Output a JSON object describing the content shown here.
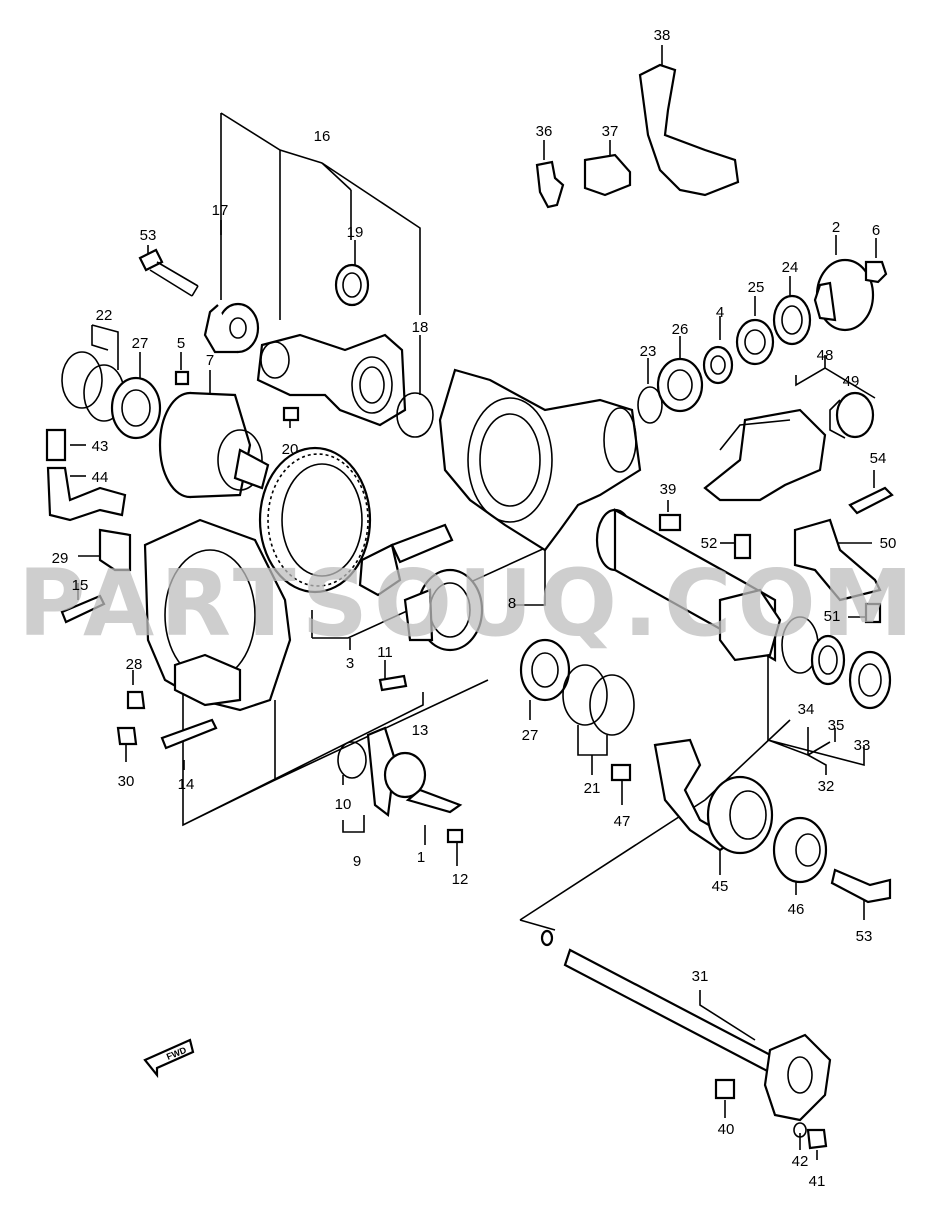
{
  "watermark": "PARTSOUQ.COM",
  "parts": [
    {
      "id": "1",
      "name": "part-1"
    },
    {
      "id": "2",
      "name": "part-2"
    },
    {
      "id": "3",
      "name": "part-3"
    },
    {
      "id": "4",
      "name": "part-4"
    },
    {
      "id": "5",
      "name": "part-5"
    },
    {
      "id": "6",
      "name": "part-6"
    },
    {
      "id": "7",
      "name": "part-7"
    },
    {
      "id": "8",
      "name": "part-8"
    },
    {
      "id": "9",
      "name": "part-9"
    },
    {
      "id": "10",
      "name": "part-10"
    },
    {
      "id": "11",
      "name": "part-11"
    },
    {
      "id": "12",
      "name": "part-12"
    },
    {
      "id": "13",
      "name": "part-13"
    },
    {
      "id": "14",
      "name": "part-14"
    },
    {
      "id": "15",
      "name": "part-15"
    },
    {
      "id": "16",
      "name": "part-16"
    },
    {
      "id": "17",
      "name": "part-17"
    },
    {
      "id": "18",
      "name": "part-18"
    },
    {
      "id": "19",
      "name": "part-19"
    },
    {
      "id": "20",
      "name": "part-20"
    },
    {
      "id": "21",
      "name": "part-21"
    },
    {
      "id": "22",
      "name": "part-22"
    },
    {
      "id": "23",
      "name": "part-23"
    },
    {
      "id": "24",
      "name": "part-24"
    },
    {
      "id": "25",
      "name": "part-25"
    },
    {
      "id": "26",
      "name": "part-26"
    },
    {
      "id": "27",
      "name": "part-27-left"
    },
    {
      "id": "27",
      "name": "part-27-right"
    },
    {
      "id": "28",
      "name": "part-28"
    },
    {
      "id": "29",
      "name": "part-29"
    },
    {
      "id": "30",
      "name": "part-30"
    },
    {
      "id": "31",
      "name": "part-31"
    },
    {
      "id": "32",
      "name": "part-32"
    },
    {
      "id": "33",
      "name": "part-33"
    },
    {
      "id": "34",
      "name": "part-34"
    },
    {
      "id": "35",
      "name": "part-35"
    },
    {
      "id": "36",
      "name": "part-36"
    },
    {
      "id": "37",
      "name": "part-37"
    },
    {
      "id": "38",
      "name": "part-38"
    },
    {
      "id": "39",
      "name": "part-39"
    },
    {
      "id": "40",
      "name": "part-40"
    },
    {
      "id": "41",
      "name": "part-41"
    },
    {
      "id": "42",
      "name": "part-42"
    },
    {
      "id": "43",
      "name": "part-43"
    },
    {
      "id": "44",
      "name": "part-44"
    },
    {
      "id": "45",
      "name": "part-45"
    },
    {
      "id": "46",
      "name": "part-46"
    },
    {
      "id": "47",
      "name": "part-47"
    },
    {
      "id": "48",
      "name": "part-48"
    },
    {
      "id": "49",
      "name": "part-49"
    },
    {
      "id": "50",
      "name": "part-50"
    },
    {
      "id": "51",
      "name": "part-51"
    },
    {
      "id": "52",
      "name": "part-52"
    },
    {
      "id": "53",
      "name": "part-53-left"
    },
    {
      "id": "53",
      "name": "part-53-right"
    },
    {
      "id": "54",
      "name": "part-54"
    }
  ],
  "arrow_label": "FWD"
}
